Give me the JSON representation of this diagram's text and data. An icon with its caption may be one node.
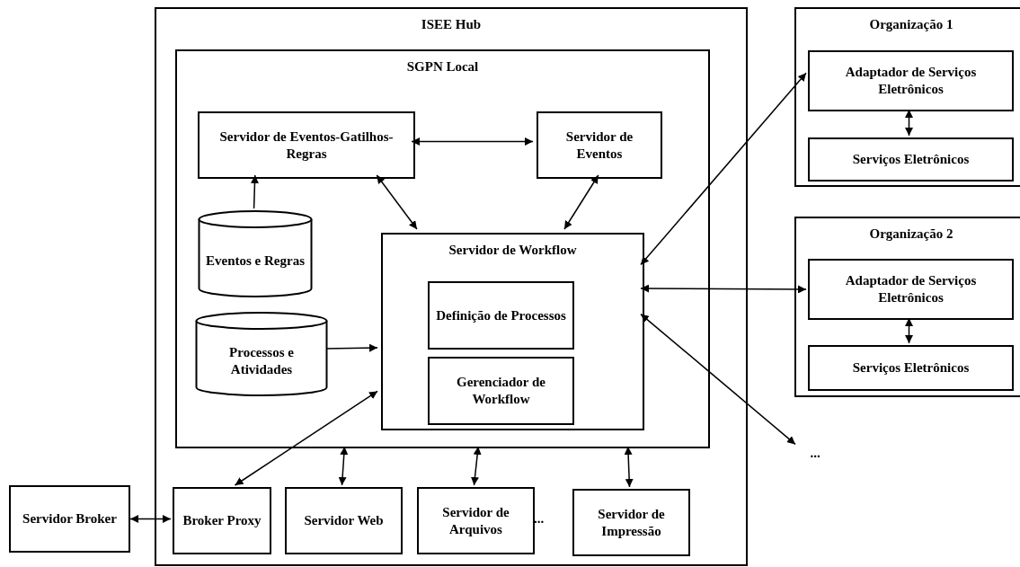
{
  "diagram": {
    "nodes": [
      {
        "text": [
          "ISEE Hub"
        ]
      },
      {
        "text": [
          "SGPN Local"
        ],
        "in": 0
      },
      {
        "text": [
          "Servidor de Eventos-Gatilhos-Regras"
        ],
        "in": 1
      },
      {
        "text": [
          "Servidor de Eventos"
        ],
        "in": 1
      },
      {
        "text": [
          "Eventos e Regras"
        ],
        "in": 1
      },
      {
        "text": [
          "Processos e Atividades"
        ],
        "in": 1
      },
      {
        "text": [
          "Servidor de Workflow"
        ],
        "in": 1
      },
      {
        "text": [
          "Definição de Processos"
        ],
        "in": 6
      },
      {
        "text": [
          "Gerenciador de Workflow"
        ],
        "in": 6
      },
      {
        "text": [
          "Servidor Broker"
        ]
      },
      {
        "text": [
          "Broker Proxy"
        ],
        "in": 0
      },
      {
        "text": [
          "Servidor Web"
        ],
        "in": 0
      },
      {
        "text": [
          "Servidor de Arquivos"
        ],
        "in": 0
      },
      {
        "text": [
          "Servidor de Impressão"
        ],
        "in": 0
      },
      {
        "text": [
          "Organização 1"
        ]
      },
      {
        "text": [
          "Adaptador de Serviços Eletrônicos"
        ],
        "in": 14
      },
      {
        "text": [
          "Serviços Eletrônicos"
        ],
        "in": 14
      },
      {
        "text": [
          "Organização 2"
        ]
      },
      {
        "text": [
          "Adaptador de Serviços Eletrônicos"
        ],
        "in": 17
      },
      {
        "text": [
          "Serviços Eletrônicos"
        ],
        "in": 17
      },
      {
        "text": [
          "..."
        ]
      }
    ],
    "edges": [
      {
        "from": 2,
        "to": 3,
        "arrow": "both"
      },
      {
        "from": 4,
        "to": 2,
        "arrow": "to"
      },
      {
        "from": 2,
        "to": 6,
        "arrow": "both"
      },
      {
        "from": 3,
        "to": 6,
        "arrow": "both"
      },
      {
        "from": 5,
        "to": 6,
        "arrow": "to"
      },
      {
        "from": 6,
        "to": 10,
        "arrow": "both"
      },
      {
        "from": 1,
        "to": 11,
        "arrow": "both"
      },
      {
        "from": 1,
        "to": 12,
        "arrow": "both"
      },
      {
        "from": 1,
        "to": 13,
        "arrow": "both"
      },
      {
        "from": 9,
        "to": 10,
        "arrow": "both"
      },
      {
        "from": 6,
        "to": 15,
        "arrow": "both"
      },
      {
        "from": 6,
        "to": 18,
        "arrow": "both"
      },
      {
        "from": 6,
        "to": 20,
        "arrow": "both"
      },
      {
        "from": 15,
        "to": 16,
        "arrow": "both"
      },
      {
        "from": 18,
        "to": 19,
        "arrow": "both"
      }
    ],
    "labels": [
      "..."
    ]
  }
}
